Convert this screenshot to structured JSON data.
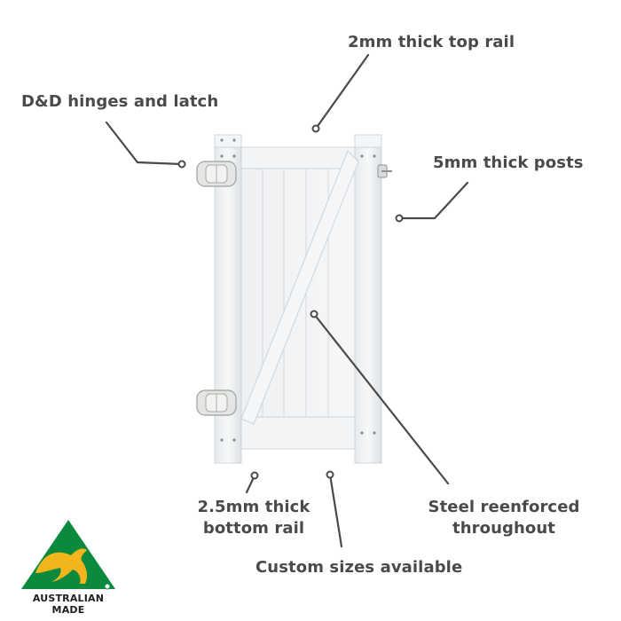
{
  "callouts": {
    "top_rail": "2mm thick top rail",
    "hinges_latch": "D&D hinges and latch",
    "posts": "5mm thick posts",
    "bottom_rail_line1": "2.5mm thick",
    "bottom_rail_line2": "bottom rail",
    "steel_line1": "Steel reenforced",
    "steel_line2": "throughout",
    "custom_sizes": "Custom sizes available"
  },
  "logo": {
    "text": "AUSTRALIAN MADE",
    "green": "#0b8a3e",
    "gold": "#f2b51c"
  },
  "colors": {
    "label_text": "#4a4a4a",
    "leader_line": "#4a4a4a",
    "gate_fill": "#f1f3f4",
    "gate_shadow": "#d7dbde"
  }
}
